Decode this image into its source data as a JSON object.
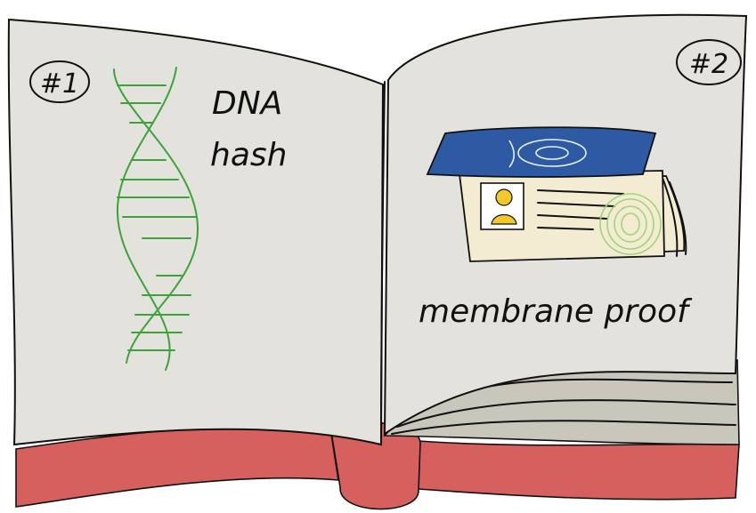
{
  "book": {
    "left_page": {
      "badge": "#1",
      "label_line1": "DNA",
      "label_line2": "hash"
    },
    "right_page": {
      "badge": "#2",
      "label": "membrane proof"
    }
  },
  "colors": {
    "page": "#e3e2dc",
    "cover": "#d6605e",
    "page_stack": "#c9c7bc",
    "dna": "#3ca33a",
    "passport_cover": "#2e5aa3",
    "passport_body": "#f3ecd3",
    "avatar": "#f2c928",
    "fingerprint": "#9fd57a",
    "ink": "#111111"
  },
  "icons": {
    "left": "dna-helix-icon",
    "right": "passport-icon"
  }
}
